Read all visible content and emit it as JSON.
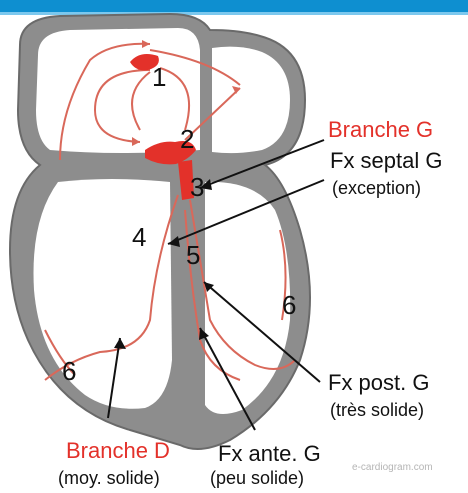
{
  "numbers": {
    "n1": "1",
    "n2": "2",
    "n3": "3",
    "n4": "4",
    "n5": "5",
    "n6a": "6",
    "n6b": "6"
  },
  "labels": {
    "branche_g": "Branche G",
    "fx_septal_g": "Fx septal G",
    "exception": "(exception)",
    "fx_post_g": "Fx post. G",
    "tres_solide": "(très solide)",
    "branche_d": "Branche D",
    "moy_solide": "(moy. solide)",
    "fx_ante_g": "Fx ante. G",
    "peu_solide": "(peu solide)"
  },
  "watermark": "e-cardiogram.com",
  "colors": {
    "accent_red": "#e3312a",
    "pathway": "#d9685a",
    "wall": "#8d8d8d",
    "top_bar": "#0e8fd0"
  }
}
